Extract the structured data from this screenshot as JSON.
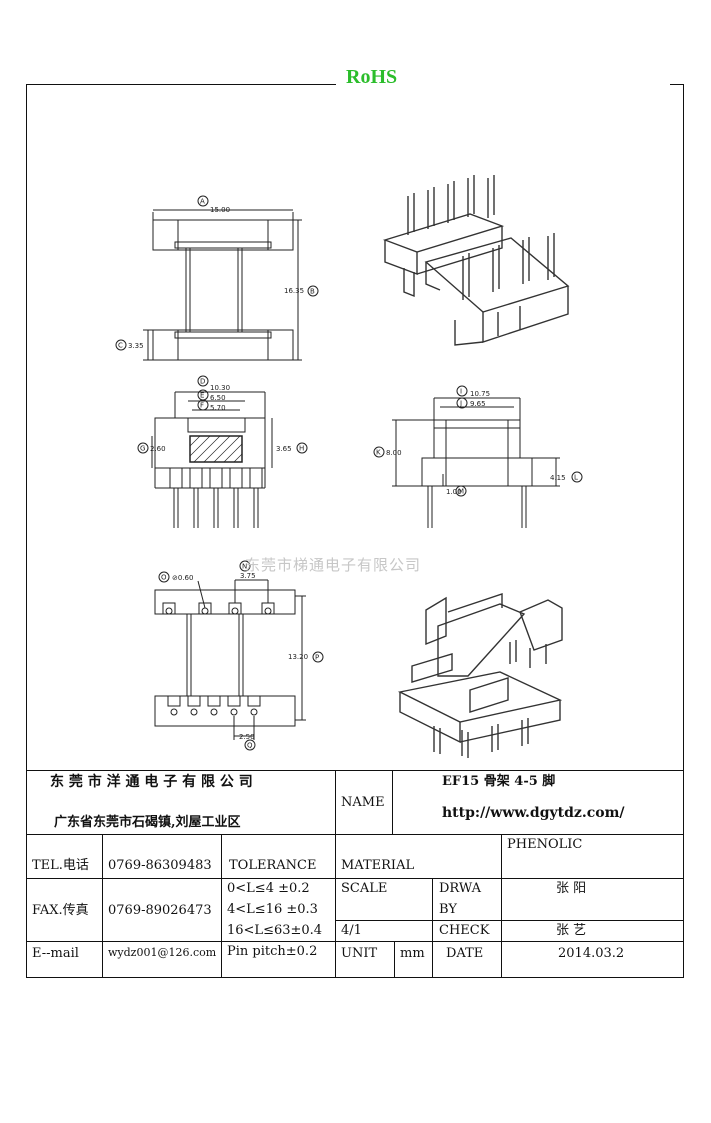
{
  "rohs_label": "RoHS",
  "watermark": "东莞市梯通电子有限公司",
  "views": {
    "top": {
      "dims": {
        "A": "15.00",
        "B": "16.35",
        "C": "3.35"
      },
      "letters": [
        "A",
        "B",
        "C"
      ]
    },
    "front": {
      "dims": {
        "D": "10.30",
        "E": "6.50",
        "F": "5.70",
        "G": "2.60",
        "H": "3.65"
      },
      "letters": [
        "D",
        "E",
        "F",
        "G",
        "H"
      ]
    },
    "side": {
      "dims": {
        "I": "10.75",
        "J": "9.65",
        "K": "8.00",
        "L": "4.15",
        "M": "1.00"
      },
      "letters": [
        "I",
        "J",
        "K",
        "L",
        "M"
      ]
    },
    "bottom": {
      "dims": {
        "O_pin": "⊘0.60",
        "N": "3.75",
        "P": "13.20",
        "Q": "2.50"
      },
      "letters": [
        "O",
        "N",
        "P",
        "Q"
      ]
    }
  },
  "title_block": {
    "company_name": "东 莞 市 洋 通 电 子 有 限 公 司",
    "company_address": "广东省东莞市石碣镇,刘屋工业区",
    "name_label": "NAME",
    "product_name": "EF15 骨架 4-5 脚",
    "website": "http://www.dgytdz.com/",
    "tel_label": "TEL.电话",
    "tel_value": "0769-86309483",
    "fax_label": "FAX.传真",
    "fax_value": "0769-89026473",
    "email_label": "E--mail",
    "email_value": "wydz001@126.com",
    "tolerance_label": "TOLERANCE",
    "tolerance_rows": [
      "0<L≤4   ±0.2",
      "4<L≤16  ±0.3",
      "16<L≤63±0.4",
      "Pin pitch±0.2"
    ],
    "material_label": "MATERIAL",
    "material_value": "PHENOLIC",
    "scale_label": "SCALE",
    "scale_value": "4/1",
    "drawn_label_1": "DRWA",
    "drawn_label_2": "BY",
    "drawn_value": "张  阳",
    "check_label": "CHECK",
    "check_value": "张  艺",
    "unit_label": "UNIT",
    "unit_value": "mm",
    "date_label": "DATE",
    "date_value": "2014.03.2"
  }
}
